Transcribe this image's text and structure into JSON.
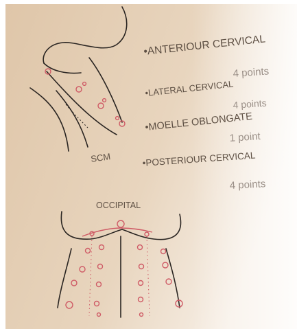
{
  "legend": [
    {
      "label": "•ANTERIOUR CERVICAL",
      "sub": "4 points"
    },
    {
      "label": "•LATERAL CERVICAL",
      "sub": "4 points"
    },
    {
      "label": "•MOELLE OBLONGATE",
      "sub": "1 point"
    },
    {
      "label": "•POSTERIOUR CERVICAL",
      "sub": "4 points"
    }
  ],
  "labels": {
    "scm": "SCM",
    "occipital": "OCCIPITAL"
  },
  "colors": {
    "paper": "#e3cdb3",
    "ink": "#2a2522",
    "marker": "#cf5b66",
    "text": "#5e5044"
  }
}
